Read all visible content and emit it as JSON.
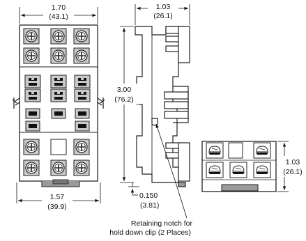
{
  "dimensions": {
    "front_width": {
      "in": "1.70",
      "mm": "(43.1)"
    },
    "side_depth": {
      "in": "1.03",
      "mm": "(26.1)"
    },
    "height": {
      "in": "3.00",
      "mm": "(76.2)"
    },
    "mount_spacing": {
      "in": "1.57",
      "mm": "(39.9)"
    },
    "clip_offset": {
      "in": "0.150",
      "mm": "(3.81)"
    },
    "bottom_depth": {
      "in": "1.03",
      "mm": "(26.1)"
    }
  },
  "callout": {
    "line1": "Retaining notch for",
    "line2": "hold down clip (2 Places)"
  }
}
